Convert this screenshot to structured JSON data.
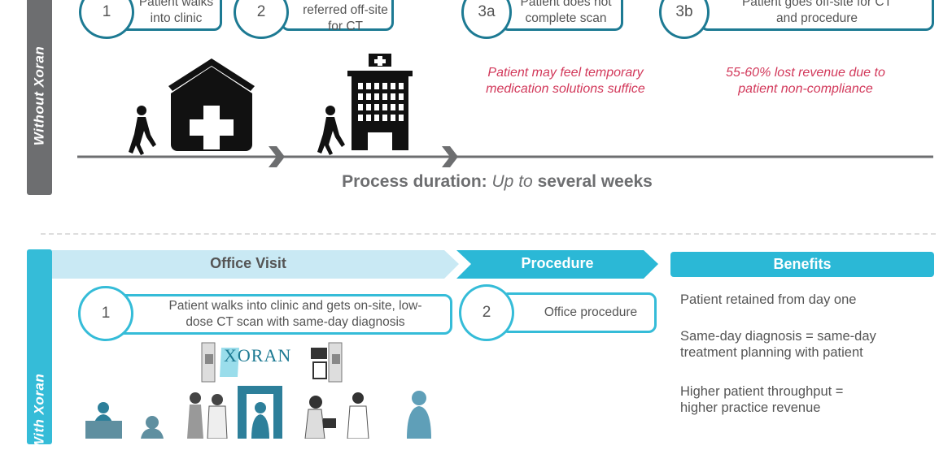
{
  "without": {
    "label": "Without Xoran",
    "steps": [
      {
        "num": "1",
        "text": "Patient walks into clinic"
      },
      {
        "num": "2",
        "text": "Patient referred off-site for CT"
      },
      {
        "num": "3a",
        "text": "Patient does not complete scan"
      },
      {
        "num": "3b",
        "text": "Patient goes off-site for CT and procedure"
      }
    ],
    "outcomes": [
      "Patient may feel temporary medication solutions suffice",
      "55-60% lost revenue due to patient non-compliance"
    ],
    "duration": {
      "label": "Process duration:",
      "qualifier": "Up to",
      "value": "several weeks"
    }
  },
  "with": {
    "label": "With Xoran",
    "phases": {
      "office_visit": "Office Visit",
      "procedure": "Procedure",
      "benefits": "Benefits"
    },
    "steps": [
      {
        "num": "1",
        "text": "Patient walks into clinic and gets on-site, low-dose CT scan with same-day diagnosis"
      },
      {
        "num": "2",
        "text": "Office procedure"
      }
    ],
    "logo": "XORAN",
    "benefits": [
      "Patient retained from day one",
      "Same-day diagnosis = same-day treatment planning with patient",
      "Higher patient throughput = higher practice revenue"
    ]
  },
  "colors": {
    "dark_teal": "#1d7a93",
    "teal": "#35bcd8",
    "light_blue": "#c9e9f4",
    "gray": "#6d6e70",
    "red": "#d2385a"
  }
}
